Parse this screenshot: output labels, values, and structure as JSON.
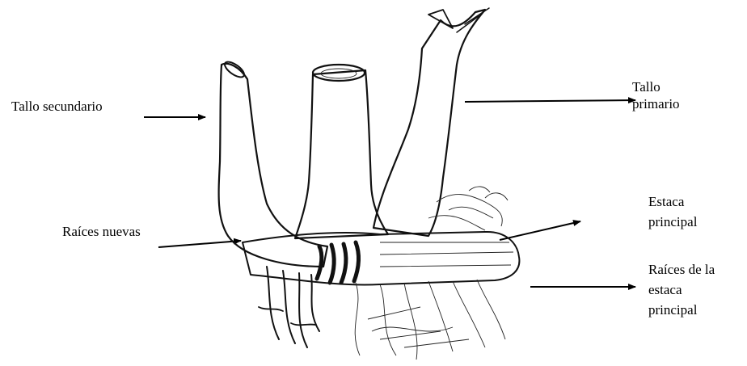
{
  "labels": {
    "tallo_secundario": "Tallo secundario",
    "tallo_primario_1": "Tallo",
    "tallo_primario_2": "primario",
    "raices_nuevas": "Raíces nuevas",
    "estaca_principal_1": "Estaca",
    "estaca_principal_2": "principal",
    "raices_estaca_1": "Raíces de la",
    "raices_estaca_2": "estaca",
    "raices_estaca_3": "principal"
  },
  "colors": {
    "ink": "#111111",
    "background": "#ffffff"
  }
}
